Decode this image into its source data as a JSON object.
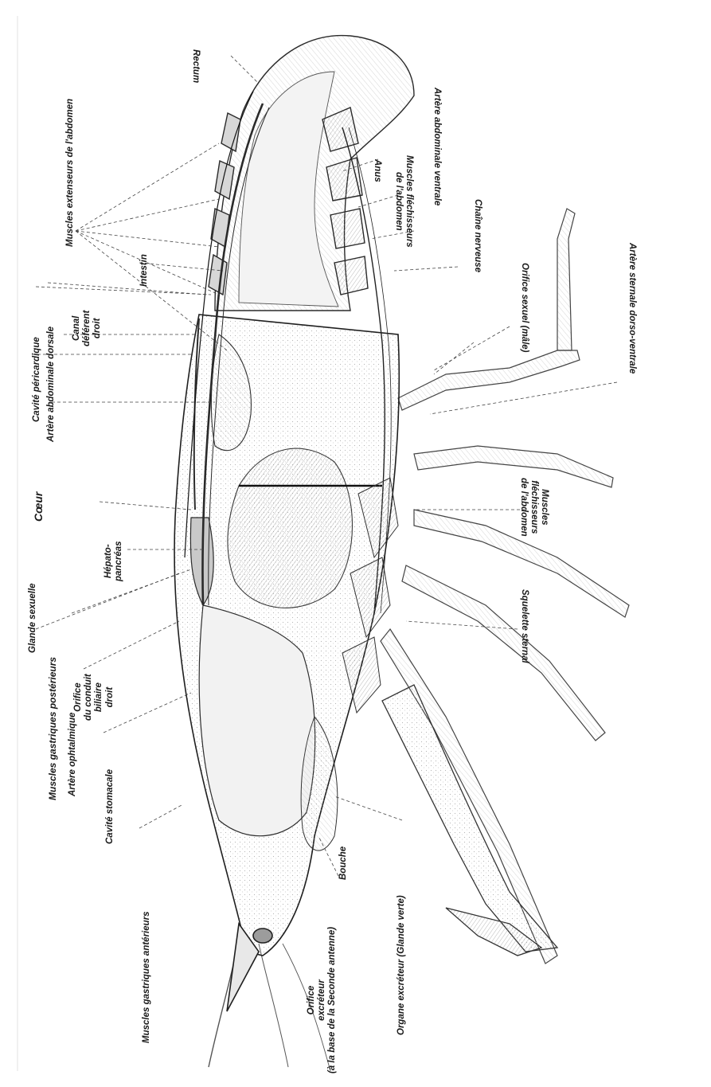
{
  "labels": {
    "rectum": "Rectum",
    "muscles_extenseurs": "Muscles extenseurs de l'abdomen",
    "anus": "Anus",
    "muscles_flechisseurs_1": "Muscles fléchisseurs\nde l'abdomen",
    "artere_abdominale_ventrale": "Artère abdominale ventrale",
    "chaine_nerveuse": "Chaîne nerveuse",
    "orifice_sexuel": "Orifice sexuel (mâle)",
    "artere_sternale": "Artère sternale dorso-ventrale",
    "artere_abdominale_dorsale": "Artère abdominale dorsale",
    "cavite_pericardique": "Cavité péricardique",
    "intestin": "Intestin",
    "canal_deferent": "Canal\ndéférent\ndroit",
    "coeur": "Cœur",
    "hepatopancreas": "Hépato-\npancréas",
    "muscles_flechisseurs_2": "Muscles\nfléchisseurs\nde l'abdomen",
    "glande_sexuelle": "Glande sexuelle",
    "squelette_sternal": "Squelette sternal",
    "muscles_gastriques_posterieurs": "Muscles gastriques postérieurs",
    "orifice_conduit_biliaire": "Orifice\ndu conduit\nbiliaire\ndroit",
    "artere_ophtalmique": "Artère ophtalmique",
    "cavite_stomacale": "Cavité stomacale",
    "bouche": "Bouche",
    "muscles_gastriques_anterieurs": "Muscles gastriques antérieurs",
    "orifice_excreteur": "Orifice\nexcréteur\n(à la base de la Seconde antenne)",
    "organe_excreteur": "Organe excréteur (Glande verte)"
  }
}
